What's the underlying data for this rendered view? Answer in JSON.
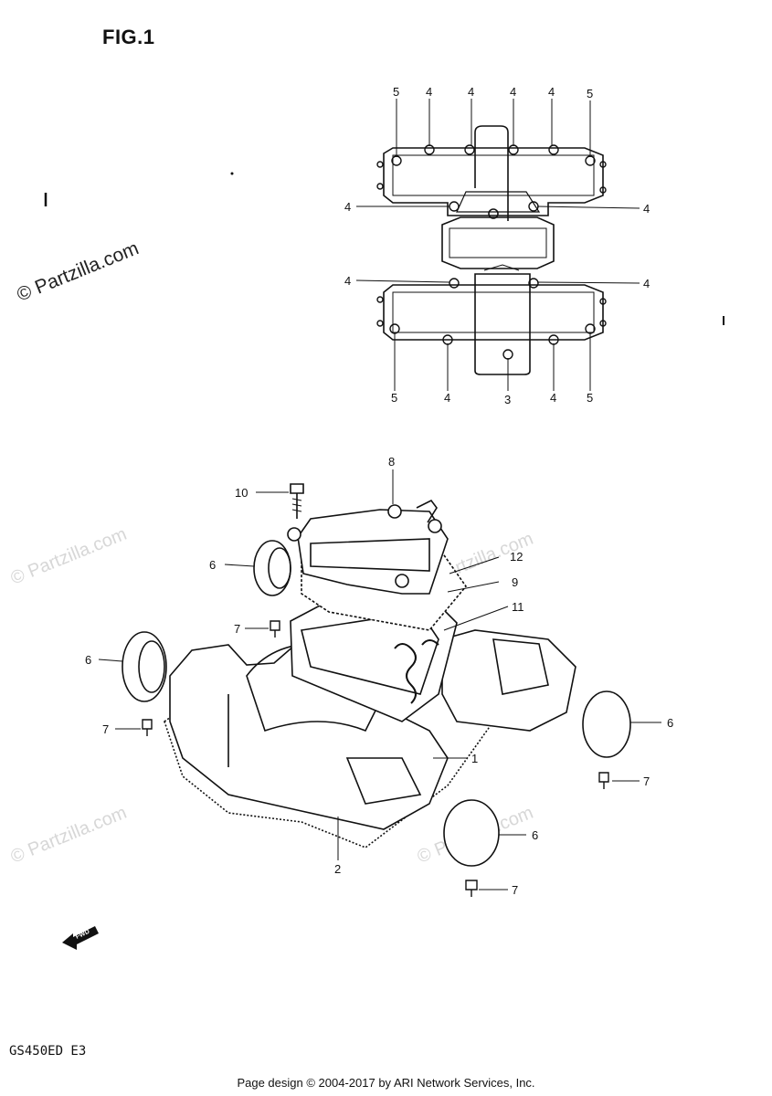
{
  "figure_title": "FIG.1",
  "model_code": "GS450ED E3",
  "footer_text": "Page design © 2004-2017 by ARI Network Services, Inc.",
  "watermark_text": "© Partzilla.com",
  "direction_label": "FWD",
  "callouts_top": [
    "5",
    "4",
    "4",
    "4",
    "4",
    "5",
    "4",
    "4",
    "4",
    "4",
    "5",
    "4",
    "3",
    "4",
    "5"
  ],
  "callouts_bottom": [
    "8",
    "10",
    "12",
    "9",
    "11",
    "6",
    "7",
    "6",
    "7",
    "1",
    "6",
    "7",
    "6",
    "2",
    "7"
  ]
}
